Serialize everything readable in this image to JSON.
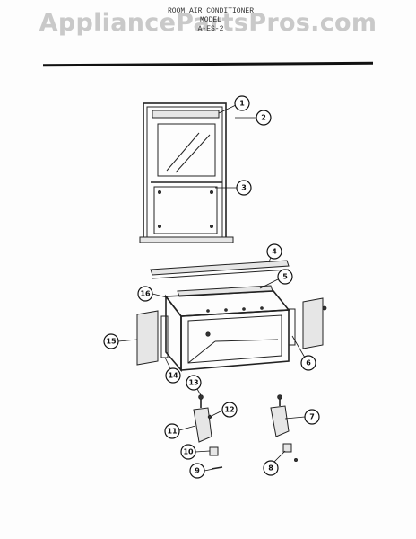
{
  "watermark": "AppliancePartsPros.com",
  "title": {
    "line1": "ROOM AIR CONDITIONER",
    "line2": "MODEL",
    "line3": "A-ES-2"
  },
  "callouts": [
    {
      "id": "1",
      "label": "1"
    },
    {
      "id": "2",
      "label": "2"
    },
    {
      "id": "3",
      "label": "3"
    },
    {
      "id": "4",
      "label": "4"
    },
    {
      "id": "5",
      "label": "5"
    },
    {
      "id": "6",
      "label": "6"
    },
    {
      "id": "7",
      "label": "7"
    },
    {
      "id": "8",
      "label": "8"
    },
    {
      "id": "9",
      "label": "9"
    },
    {
      "id": "10",
      "label": "10"
    },
    {
      "id": "11",
      "label": "11"
    },
    {
      "id": "12",
      "label": "12"
    },
    {
      "id": "13",
      "label": "13"
    },
    {
      "id": "14",
      "label": "14"
    },
    {
      "id": "15",
      "label": "15"
    },
    {
      "id": "16",
      "label": "16"
    }
  ]
}
